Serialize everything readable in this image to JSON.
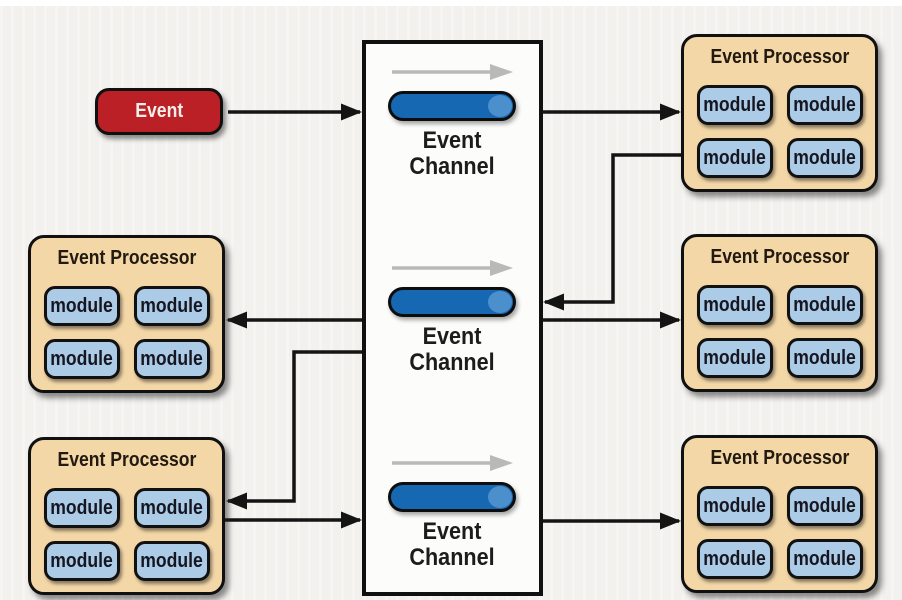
{
  "event_source": {
    "label": "Event"
  },
  "channel_box": {
    "channels": [
      {
        "label": "Event Channel"
      },
      {
        "label": "Event Channel"
      },
      {
        "label": "Event Channel"
      }
    ]
  },
  "processors": [
    {
      "position": "top-right",
      "title": "Event Processor",
      "modules": [
        "module",
        "module",
        "module",
        "module"
      ]
    },
    {
      "position": "middle-left",
      "title": "Event Processor",
      "modules": [
        "module",
        "module",
        "module",
        "module"
      ]
    },
    {
      "position": "middle-right",
      "title": "Event Processor",
      "modules": [
        "module",
        "module",
        "module",
        "module"
      ]
    },
    {
      "position": "bottom-left",
      "title": "Event Processor",
      "modules": [
        "module",
        "module",
        "module",
        "module"
      ]
    },
    {
      "position": "bottom-right",
      "title": "Event Processor",
      "modules": [
        "module",
        "module",
        "module",
        "module"
      ]
    }
  ],
  "connections": [
    {
      "from": "event",
      "to": "event-channel-1"
    },
    {
      "from": "event-channel-1",
      "to": "processor-top-right"
    },
    {
      "from": "processor-top-right",
      "to": "event-channel-2"
    },
    {
      "from": "event-channel-2",
      "to": "processor-middle-left"
    },
    {
      "from": "event-channel-2",
      "to": "processor-middle-right"
    },
    {
      "from": "event-channel-2",
      "to": "processor-bottom-left"
    },
    {
      "from": "processor-bottom-left",
      "to": "event-channel-3"
    },
    {
      "from": "event-channel-3",
      "to": "processor-bottom-right"
    }
  ],
  "colors": {
    "event_red": "#ba2025",
    "processor_tan": "#f4d7a7",
    "module_blue": "#abcbe7",
    "channel_pill_blue": "#1668b2",
    "channel_pill_cap": "#4b8fcc",
    "connector_black": "#141414",
    "flow_arrow_gray": "#b9b9b9",
    "background": "#f2f1ee"
  }
}
